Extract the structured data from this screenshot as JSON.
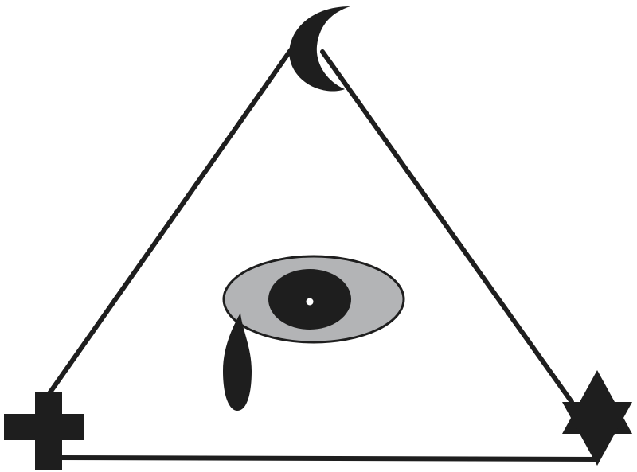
{
  "diagram": {
    "colors": {
      "background": "#ffffff",
      "ink": "#1e1e1e",
      "iris": "#b3b4b6"
    },
    "vertices": [
      {
        "position": "top",
        "symbol": "crescent-moon-icon"
      },
      {
        "position": "bottom-left",
        "symbol": "cross-icon"
      },
      {
        "position": "bottom-right",
        "symbol": "six-pointed-star-icon"
      }
    ],
    "center": {
      "symbol": "eye-icon",
      "detail": "teardrop-icon"
    }
  }
}
